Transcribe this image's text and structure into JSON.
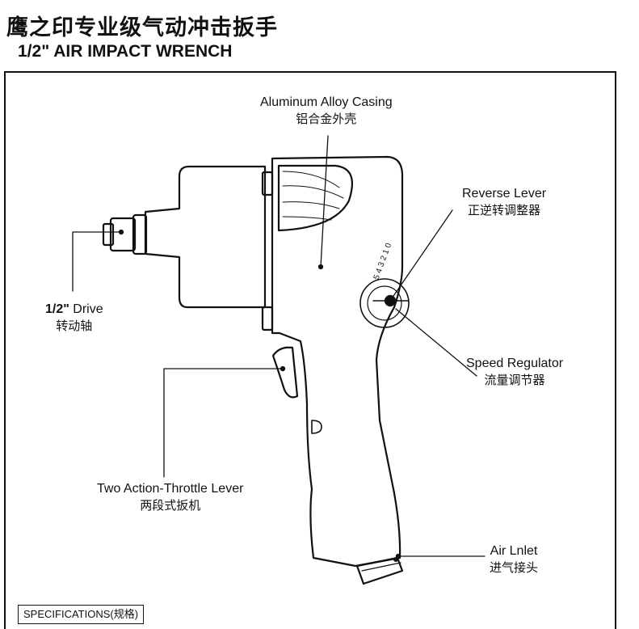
{
  "header": {
    "title_cn": "鹰之印专业级气动冲击扳手",
    "title_en": "1/2\"  AIR IMPACT WRENCH"
  },
  "callouts": {
    "casing": {
      "en": "Aluminum Alloy Casing",
      "cn": "铝合金外壳"
    },
    "reverse": {
      "en": "Reverse Lever",
      "cn": "正逆转调整器"
    },
    "drive": {
      "en_bold": "1/2\"",
      "en_rest": " Drive",
      "cn": "转动轴"
    },
    "speed": {
      "en": "Speed Regulator",
      "cn": "流量调节器"
    },
    "throttle": {
      "en": "Two Action-Throttle Lever",
      "cn": "两段式扳机"
    },
    "inlet": {
      "en": "Air Lnlet",
      "cn": "进气接头"
    }
  },
  "dial_marks": "5 4 3 2 1 0",
  "footer": {
    "specifications": "SPECIFICATIONS(规格)"
  }
}
